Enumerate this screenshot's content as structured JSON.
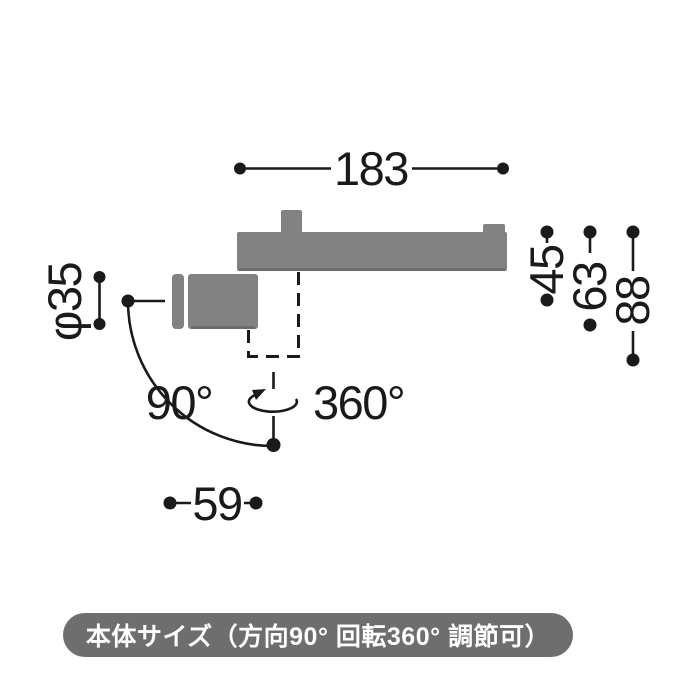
{
  "colors": {
    "background": "#ffffff",
    "fixture": "#828282",
    "fixture_edge": "#6a6a6a",
    "line": "#1a1a1a",
    "pill_bg": "#6e6e6e",
    "pill_text": "#ffffff"
  },
  "diagram": {
    "type": "product-dimension-drawing",
    "view": "side",
    "dimensions": {
      "track_length": "183",
      "head_diameter": "φ35",
      "height_to_body": "45",
      "height_to_head": "63",
      "height_total": "88",
      "head_depth": "59"
    },
    "adjustability": {
      "tilt": "90°",
      "rotation": "360°"
    }
  },
  "caption": {
    "text": "本体サイズ（方向90° 回転360° 調節可）"
  }
}
